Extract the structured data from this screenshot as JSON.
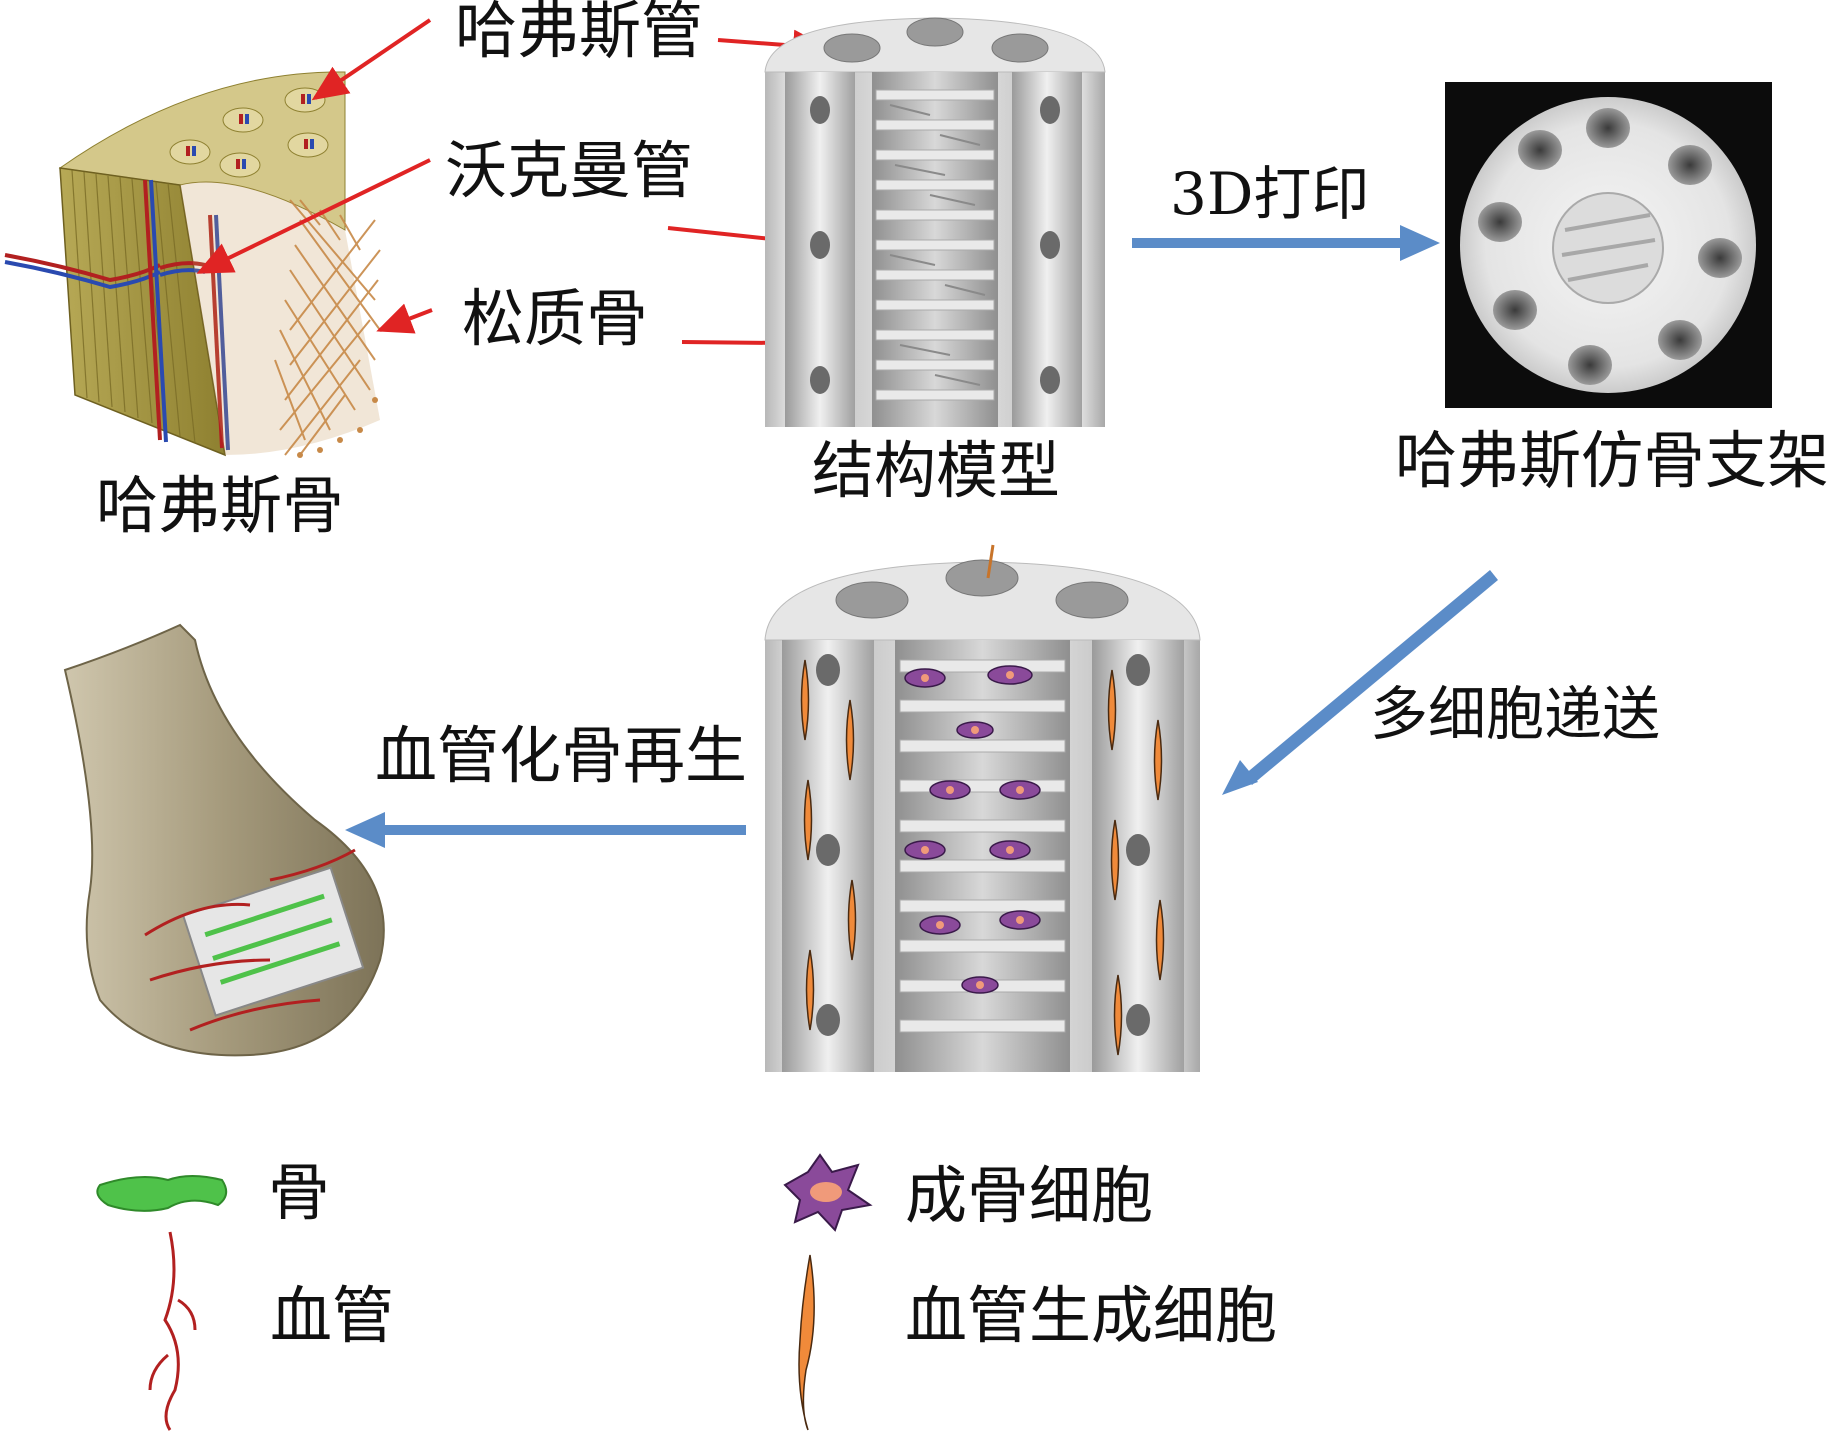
{
  "labels": {
    "haversian_canal": "哈弗斯管",
    "volkmann_canal": "沃克曼管",
    "cancellous_bone": "松质骨",
    "haversian_bone": "哈弗斯骨",
    "structure_model": "结构模型",
    "print_3d": "3D打印",
    "scaffold": "哈弗斯仿骨支架",
    "multicell_delivery": "多细胞递送",
    "vascularized_regeneration": "血管化骨再生"
  },
  "legend": [
    {
      "icon": "green-bone-icon",
      "label": "骨"
    },
    {
      "icon": "blood-vessel-icon",
      "label": "血管"
    },
    {
      "icon": "osteoblast-icon",
      "label": "成骨细胞"
    },
    {
      "icon": "angiogenic-cell-icon",
      "label": "血管生成细胞"
    }
  ],
  "colors": {
    "callout_arrow": "#e02424",
    "process_arrow": "#5b8cc8",
    "bone_green": "#4fc24a",
    "vessel_red": "#b22020",
    "osteoblast_purple": "#8a4a9a",
    "angiogenic_orange": "#f08a3a"
  }
}
